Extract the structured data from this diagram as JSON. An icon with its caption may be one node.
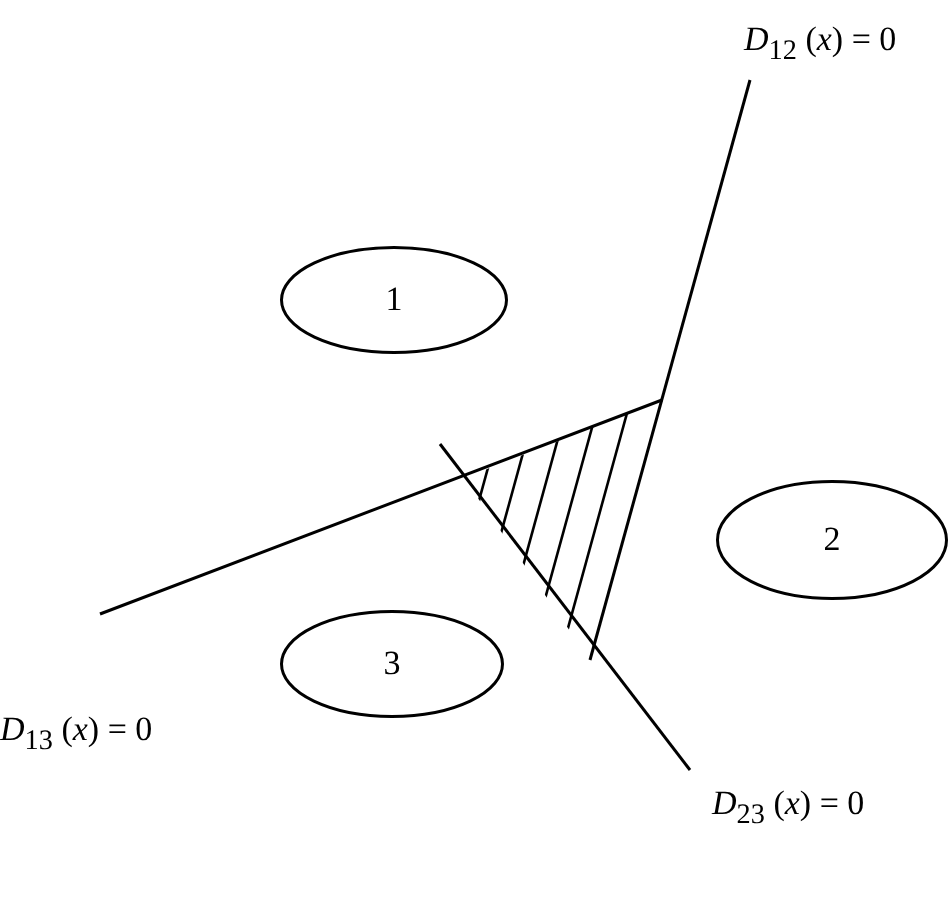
{
  "diagram": {
    "nodes": [
      {
        "text": [
          "1"
        ]
      },
      {
        "text": [
          "2"
        ]
      },
      {
        "text": [
          "3"
        ]
      }
    ],
    "labels": [
      "*D*$_{12}$ (*x*) = 0",
      "*D*$_{13}$ (*x*) = 0",
      "*D*$_{23}$ (*x*) = 0"
    ]
  }
}
